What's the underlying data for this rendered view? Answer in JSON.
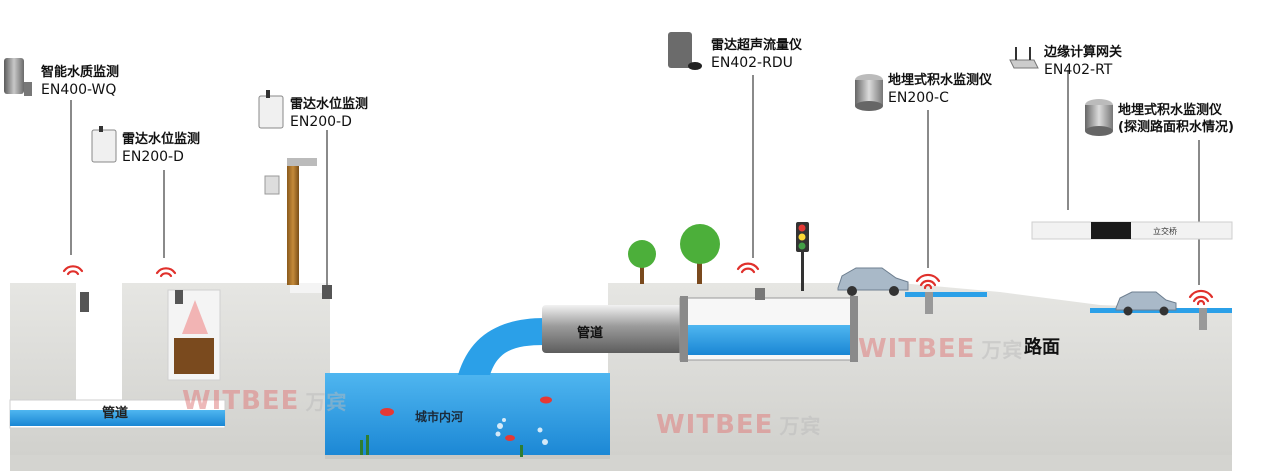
{
  "devices": {
    "wq": {
      "name": "智能水质监测",
      "model": "EN400-WQ"
    },
    "radar_level_1": {
      "name": "雷达水位监测",
      "model": "EN200-D"
    },
    "radar_level_2": {
      "name": "雷达水位监测",
      "model": "EN200-D"
    },
    "radar_flow": {
      "name": "雷达超声流量仪",
      "model": "EN402-RDU"
    },
    "buried_1": {
      "name": "地埋式积水监测仪",
      "model": "EN200-C"
    },
    "edge_gateway": {
      "name": "边缘计算网关",
      "model": "EN402-RT"
    },
    "buried_2": {
      "name": "地埋式积水监测仪",
      "model": "(探测路面积水情况)"
    }
  },
  "scene": {
    "pipe_label_left": "管道",
    "pipe_label_right": "管道",
    "river_label": "城市内河",
    "road_label": "路面",
    "billboard_label": "立交桥",
    "watermark_brand": "WITBEE",
    "watermark_cn": "万宾"
  },
  "colors": {
    "water": "#1f9be6",
    "ground": "#d9d9d6",
    "signal": "#e0302b"
  }
}
